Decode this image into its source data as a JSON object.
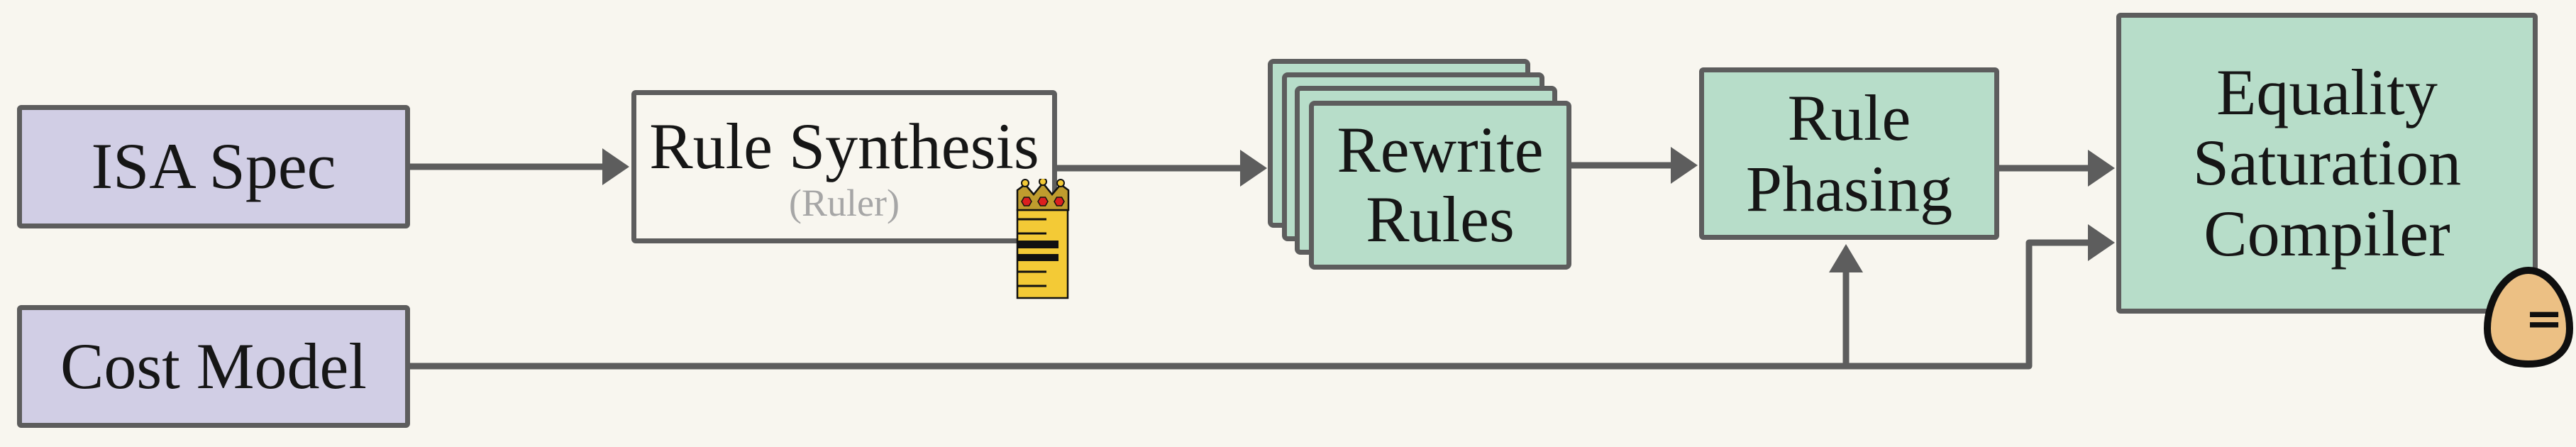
{
  "diagram": {
    "colors": {
      "background": "#f8f6ef",
      "node_border": "#5d5d5d",
      "arrow": "#5d5d5d",
      "input_fill": "#d1cee5",
      "stage_fill": "#b7ddc9",
      "synthesis_fill": "#f8f6ef",
      "text": "#161616",
      "subtext": "#a6a6a6",
      "ruler_body": "#f3ca36",
      "crown": "#bf9c2e",
      "gem": "#dc1f1f",
      "egg_fill": "#ecc084",
      "egg_outline": "#0f0f0f"
    },
    "nodes": {
      "isa_spec": {
        "label": "ISA Spec"
      },
      "cost_model": {
        "label": "Cost Model"
      },
      "rule_synthesis": {
        "label": "Rule Synthesis",
        "sublabel": "(Ruler)"
      },
      "rewrite_rules": {
        "label": "Rewrite\nRules",
        "stack_count": 4
      },
      "rule_phasing": {
        "label": "Rule\nPhasing"
      },
      "equality_saturation_compiler": {
        "label": "Equality\nSaturation\nCompiler"
      }
    },
    "icons": {
      "crowned_ruler": {
        "name": "crowned-ruler-icon"
      },
      "egg": {
        "name": "egg-equality-icon",
        "symbol": "="
      }
    },
    "edges": [
      {
        "from": "isa_spec",
        "to": "rule_synthesis"
      },
      {
        "from": "rule_synthesis",
        "to": "rewrite_rules"
      },
      {
        "from": "rewrite_rules",
        "to": "rule_phasing"
      },
      {
        "from": "rule_phasing",
        "to": "equality_saturation_compiler"
      },
      {
        "from": "cost_model",
        "to": "rule_phasing"
      },
      {
        "from": "cost_model",
        "to": "equality_saturation_compiler"
      }
    ]
  }
}
